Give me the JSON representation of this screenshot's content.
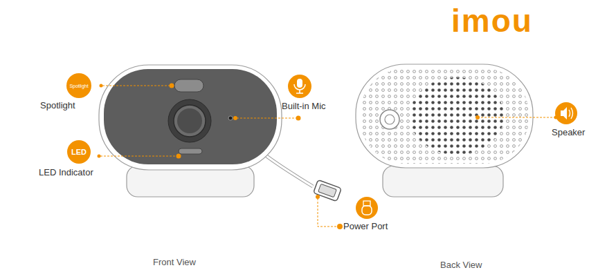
{
  "diagram": {
    "nodes": [
      {
        "text": [
          "Spotlight"
        ]
      },
      {
        "text": [
          "LED"
        ]
      }
    ],
    "labels": [
      "imou",
      "Spotlight",
      "LED Indicator",
      "Built-in Mic",
      "Power Port",
      "Speaker",
      "Front View",
      "Back View"
    ]
  }
}
